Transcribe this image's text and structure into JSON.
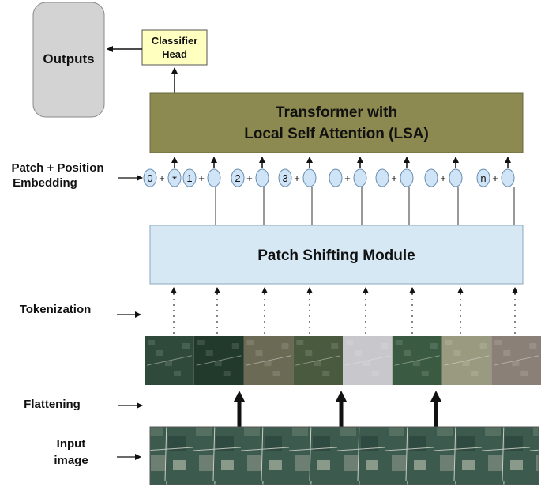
{
  "outputs": {
    "label": "Outputs"
  },
  "classifier_head": {
    "line1": "Classifier",
    "line2": "Head"
  },
  "transformer": {
    "line1": "Transformer with",
    "line2": "Local Self Attention (LSA)"
  },
  "embedding_label": {
    "line1": "Patch + Position",
    "line2": "Embedding"
  },
  "tokens": [
    {
      "position": "0",
      "patch": "*"
    },
    {
      "position": "1",
      "patch": ""
    },
    {
      "position": "2",
      "patch": ""
    },
    {
      "position": "3",
      "patch": ""
    },
    {
      "position": "-",
      "patch": ""
    },
    {
      "position": "-",
      "patch": ""
    },
    {
      "position": "-",
      "patch": ""
    },
    {
      "position": "n",
      "patch": ""
    }
  ],
  "plus_sign": "+",
  "patch_shifting": {
    "label": "Patch Shifting Module"
  },
  "tokenization_label": "Tokenization",
  "flattening_label": "Flattening",
  "input_label": {
    "line1": "Input",
    "line2": "image"
  },
  "colors": {
    "outputs_fill": "#d3d3d3",
    "classifier_fill": "#ffffc0",
    "transformer_fill": "#8c8a50",
    "psm_fill": "#d5e8f4",
    "token_fill": "#d0e4f7"
  },
  "patch_image_colors": [
    "#2f4a3a",
    "#223a2c",
    "#6b6a55",
    "#4a5a3e",
    "#c8c8cc",
    "#3a5a42",
    "#9a9a80",
    "#8a8078"
  ]
}
